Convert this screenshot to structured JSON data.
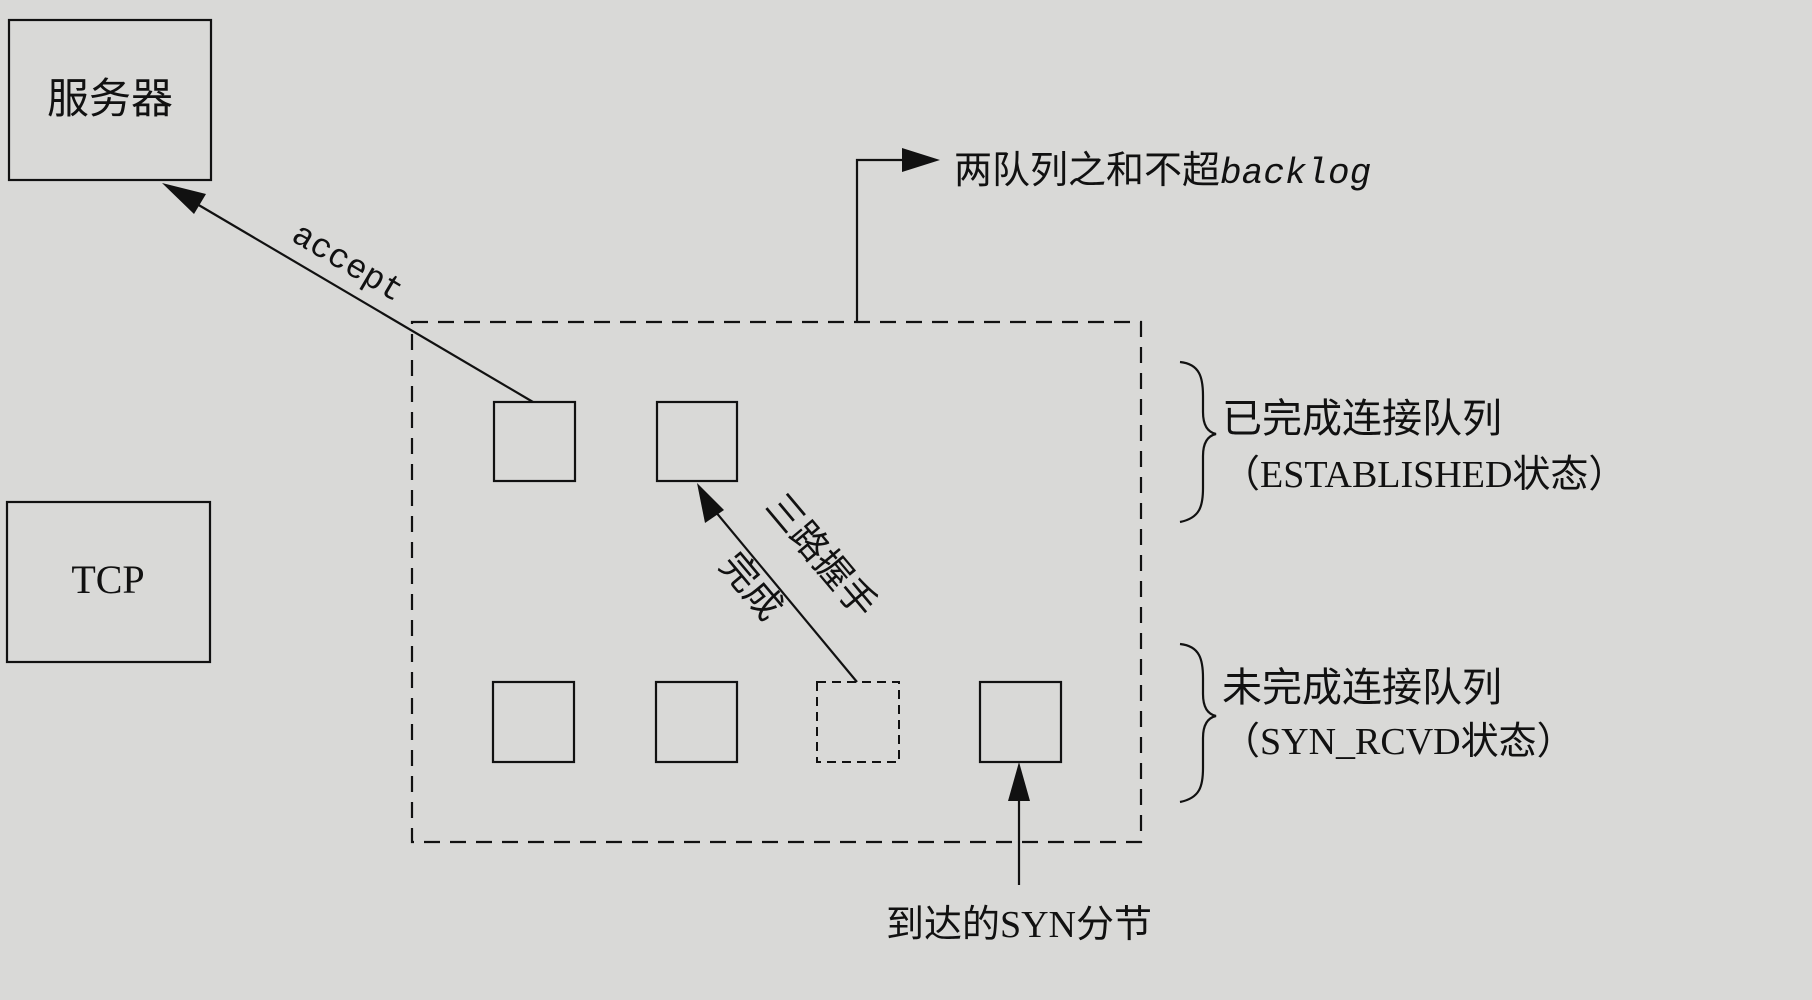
{
  "nodes": {
    "server": "服务器",
    "tcp": "TCP"
  },
  "labels": {
    "accept": "accept",
    "sum_limit_prefix": "两队列之和不超",
    "sum_limit_param": "backlog",
    "handshake_line1": "三路握手",
    "handshake_line2": "完成",
    "arriving_syn": "到达的SYN分节"
  },
  "queues": {
    "completed": {
      "title": "已完成连接队列",
      "state": "（ESTABLISHED状态）"
    },
    "incomplete": {
      "title": "未完成连接队列",
      "state": "（SYN_RCVD状态）"
    }
  }
}
